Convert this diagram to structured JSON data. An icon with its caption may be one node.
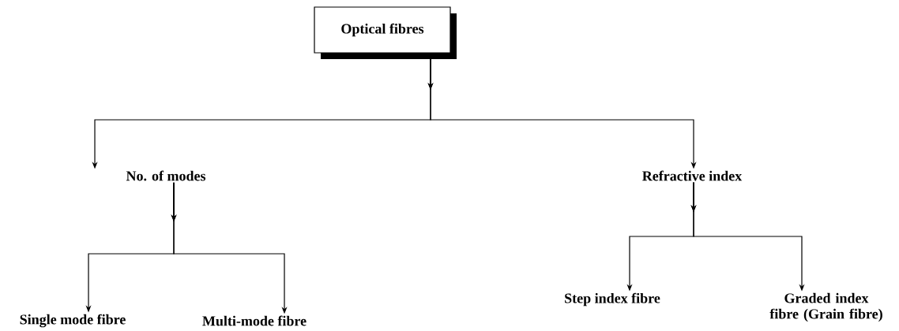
{
  "diagram": {
    "nodes": [
      {
        "text": [
          "Optical fibres"
        ]
      },
      {
        "text": [
          "No. of modes"
        ]
      },
      {
        "text": [
          "Refractive index"
        ]
      },
      {
        "text": [
          "Single mode fibre"
        ]
      },
      {
        "text": [
          "Multi-mode fibre"
        ]
      },
      {
        "text": [
          "Step index fibre"
        ]
      },
      {
        "text": [
          "Graded index fibre (Grain fibre)"
        ]
      }
    ],
    "edges": [
      {
        "from": 0,
        "to": 1,
        "arrow": "to"
      },
      {
        "from": 0,
        "to": 2,
        "arrow": "to"
      },
      {
        "from": 1,
        "to": 3,
        "arrow": "to"
      },
      {
        "from": 1,
        "to": 4,
        "arrow": "to"
      },
      {
        "from": 2,
        "to": 5,
        "arrow": "to"
      },
      {
        "from": 2,
        "to": 6,
        "arrow": "to"
      }
    ]
  }
}
